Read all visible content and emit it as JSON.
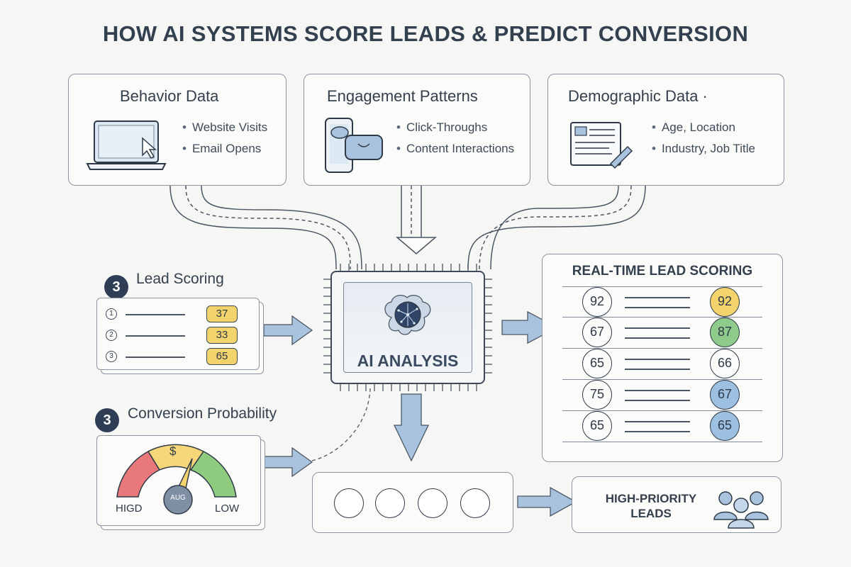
{
  "title": "HOW AI SYSTEMS SCORE LEADS & PREDICT CONVERSION",
  "sources": [
    {
      "title": "Behavior Data",
      "bullets": [
        "Website Visits",
        "Email Opens"
      ]
    },
    {
      "title": "Engagement Patterns",
      "bullets": [
        "Click-Throughs",
        "Content Interactions"
      ]
    },
    {
      "title": "Demographic Data ·",
      "bullets": [
        "Age, Location",
        "Industry, Job Title"
      ]
    }
  ],
  "lead_scoring": {
    "badge": "3",
    "label": "Lead Scoring",
    "rows": [
      {
        "num": "1",
        "score": "37"
      },
      {
        "num": "2",
        "score": "33"
      },
      {
        "num": "3",
        "score": "65"
      }
    ]
  },
  "conversion": {
    "badge": "3",
    "label": "Conversion Probability",
    "gauge_top": "$",
    "gauge_center": "AUG",
    "high_label": "HIGD",
    "low_label": "LOW"
  },
  "ai_chip": {
    "label": "AI ANALYSIS"
  },
  "realtime": {
    "title": "REAL-TIME LEAD SCORING",
    "rows": [
      {
        "left": "92",
        "right": "92",
        "right_color": "#f3d46c"
      },
      {
        "left": "67",
        "right": "87",
        "right_color": "#8fcb8a"
      },
      {
        "left": "65",
        "right": "66",
        "right_color": "#fbfbfa"
      },
      {
        "left": "75",
        "right": "67",
        "right_color": "#9dbfe0"
      },
      {
        "left": "65",
        "right": "65",
        "right_color": "#9dbfe0"
      }
    ]
  },
  "high_priority": {
    "line1": "HIGH-PRIORITY",
    "line2": "LEADS"
  },
  "colors": {
    "accent": "#2f3e55",
    "arrow_fill": "#a9c3de",
    "gauge_red": "#e8787a",
    "gauge_yellow": "#f5d77a",
    "gauge_green": "#8fcb7e"
  }
}
